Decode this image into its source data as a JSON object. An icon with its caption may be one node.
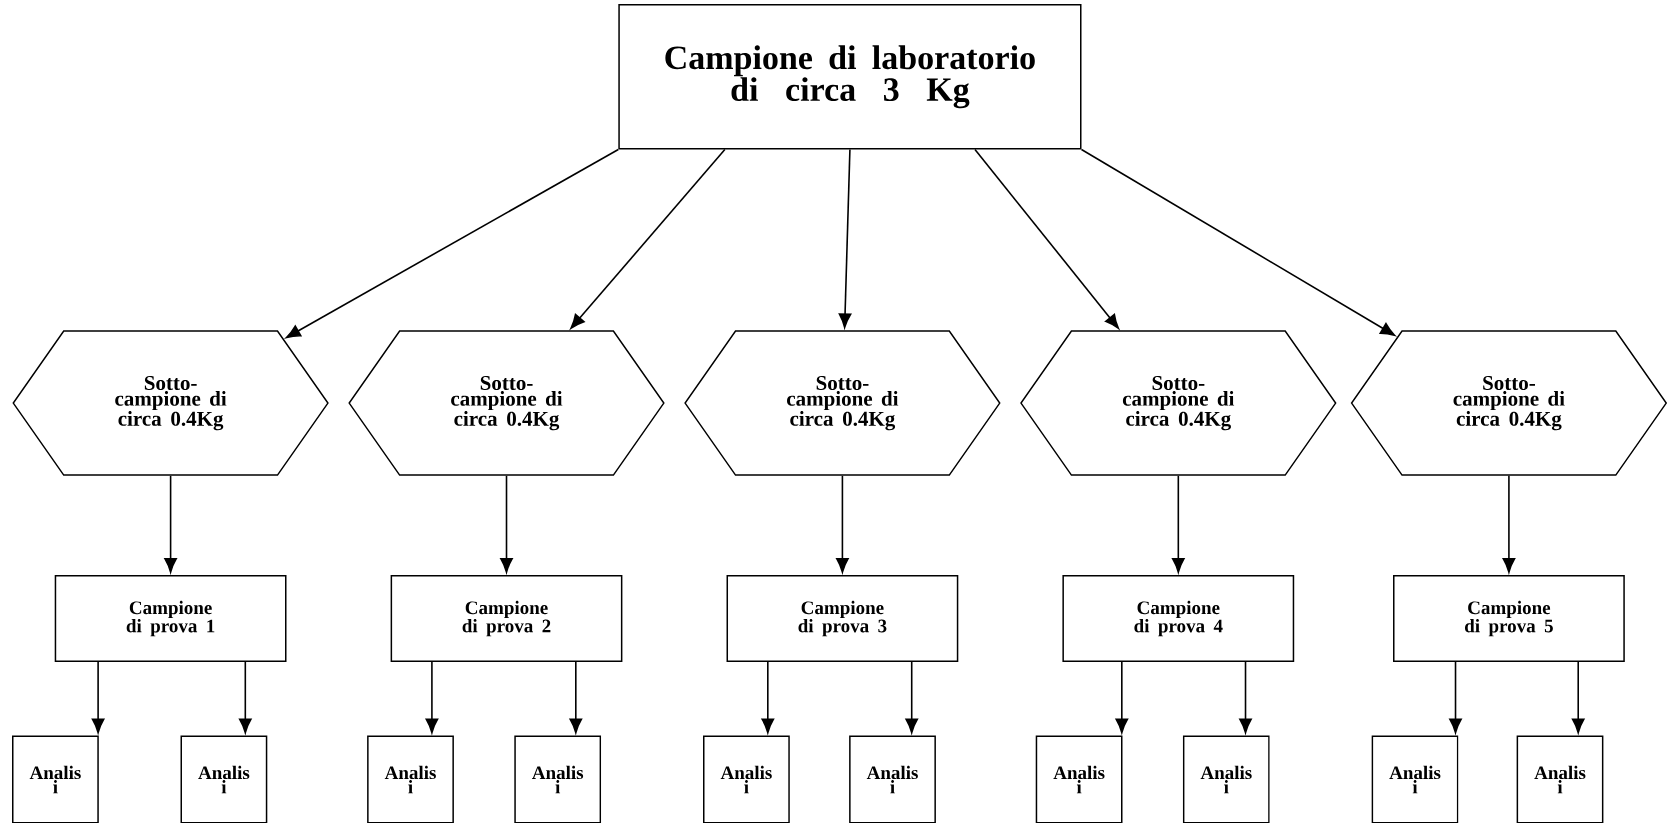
{
  "diagram": {
    "nodes": [
      {
        "text": [
          "Campione di laboratorio di circa 3 Kg"
        ]
      },
      {
        "text": [
          "Sotto- campione di circa 0.4Kg"
        ]
      },
      {
        "text": [
          "Sotto- campione di circa 0.4Kg"
        ]
      },
      {
        "text": [
          "Sotto- campione di circa 0.4Kg"
        ]
      },
      {
        "text": [
          "Sotto- campione di circa 0.4Kg"
        ]
      },
      {
        "text": [
          "Sotto- campione di circa 0.4Kg"
        ]
      },
      {
        "text": [
          "Campione di prova 1"
        ]
      },
      {
        "text": [
          "Campione di prova 2"
        ]
      },
      {
        "text": [
          "Campione di prova 3"
        ]
      },
      {
        "text": [
          "Campione di prova 4"
        ]
      },
      {
        "text": [
          "Campione di prova 5"
        ]
      },
      {
        "text": [
          "Analis i"
        ]
      },
      {
        "text": [
          "Analis i"
        ]
      },
      {
        "text": [
          "Analis i"
        ]
      },
      {
        "text": [
          "Analis i"
        ]
      },
      {
        "text": [
          "Analis i"
        ]
      },
      {
        "text": [
          "Analis i"
        ]
      },
      {
        "text": [
          "Analis i"
        ]
      },
      {
        "text": [
          "Analis i"
        ]
      },
      {
        "text": [
          "Analis i"
        ]
      },
      {
        "text": [
          "Analis i"
        ]
      }
    ],
    "edges": [
      {
        "from": 0,
        "to": 1,
        "arrow": "to"
      },
      {
        "from": 0,
        "to": 2,
        "arrow": "to"
      },
      {
        "from": 0,
        "to": 3,
        "arrow": "to"
      },
      {
        "from": 0,
        "to": 4,
        "arrow": "to"
      },
      {
        "from": 0,
        "to": 5,
        "arrow": "to"
      },
      {
        "from": 1,
        "to": 6,
        "arrow": "to"
      },
      {
        "from": 2,
        "to": 7,
        "arrow": "to"
      },
      {
        "from": 3,
        "to": 8,
        "arrow": "to"
      },
      {
        "from": 4,
        "to": 9,
        "arrow": "to"
      },
      {
        "from": 5,
        "to": 10,
        "arrow": "to"
      },
      {
        "from": 6,
        "to": 11,
        "arrow": "to"
      },
      {
        "from": 6,
        "to": 12,
        "arrow": "to"
      },
      {
        "from": 7,
        "to": 13,
        "arrow": "to"
      },
      {
        "from": 7,
        "to": 14,
        "arrow": "to"
      },
      {
        "from": 8,
        "to": 15,
        "arrow": "to"
      },
      {
        "from": 8,
        "to": 16,
        "arrow": "to"
      },
      {
        "from": 9,
        "to": 17,
        "arrow": "to"
      },
      {
        "from": 9,
        "to": 18,
        "arrow": "to"
      },
      {
        "from": 10,
        "to": 19,
        "arrow": "to"
      },
      {
        "from": 10,
        "to": 20,
        "arrow": "to"
      }
    ]
  }
}
